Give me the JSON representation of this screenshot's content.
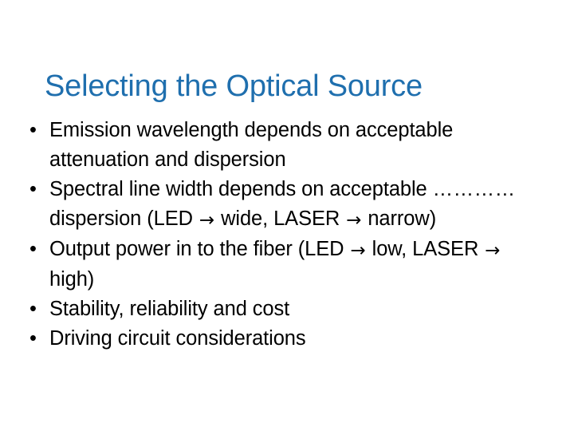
{
  "slide": {
    "title": "Selecting the Optical Source",
    "title_color": "#1f6fae",
    "background_color": "#ffffff",
    "body_text_color": "#000000",
    "bullet_marker": "•",
    "arrow_glyph": "→",
    "bullets": [
      {
        "id": "emission-wavelength",
        "segments": [
          {
            "type": "text",
            "value": "Emission wavelength depends on acceptable attenuation and dispersion"
          }
        ],
        "plain": "Emission wavelength depends on acceptable attenuation and dispersion"
      },
      {
        "id": "spectral-line-width",
        "segments": [
          {
            "type": "text",
            "value": "Spectral line width depends on acceptable "
          },
          {
            "type": "dots",
            "value": "…………"
          },
          {
            "type": "text",
            "value": " dispersion (LED "
          },
          {
            "type": "arrow",
            "value": "→"
          },
          {
            "type": "text",
            "value": " wide, LASER "
          },
          {
            "type": "arrow",
            "value": "→"
          },
          {
            "type": "text",
            "value": " narrow)"
          }
        ],
        "plain": "Spectral line width depends on acceptable ………… dispersion (LED → wide, LASER → narrow)"
      },
      {
        "id": "output-power",
        "segments": [
          {
            "type": "text",
            "value": "Output power in to the fiber (LED "
          },
          {
            "type": "arrow",
            "value": "→"
          },
          {
            "type": "text",
            "value": " low, LASER "
          },
          {
            "type": "arrow",
            "value": "→"
          },
          {
            "type": "text",
            "value": " high)"
          }
        ],
        "plain": "Output power in to the fiber (LED → low, LASER → high)"
      },
      {
        "id": "stability-reliability-cost",
        "segments": [
          {
            "type": "text",
            "value": "Stability, reliability and cost"
          }
        ],
        "plain": "Stability, reliability and cost"
      },
      {
        "id": "driving-circuit",
        "segments": [
          {
            "type": "text",
            "value": "Driving circuit considerations"
          }
        ],
        "plain": "Driving circuit considerations"
      }
    ]
  }
}
